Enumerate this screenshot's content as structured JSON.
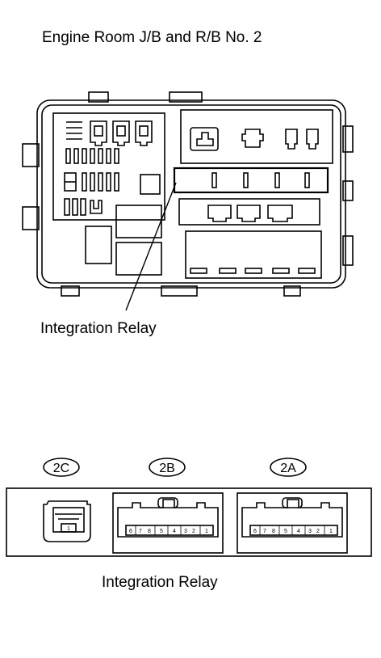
{
  "diagram": {
    "title": "Engine Room J/B and R/B No. 2",
    "relay_label_top": "Integration Relay",
    "relay_label_bottom": "Integration Relay",
    "connectors": [
      {
        "id": "2C",
        "pins": [
          "1"
        ]
      },
      {
        "id": "2B",
        "pins": [
          "6",
          "7",
          "8",
          "5",
          "4",
          "3",
          "2",
          "1"
        ]
      },
      {
        "id": "2A",
        "pins": [
          "6",
          "7",
          "8",
          "5",
          "4",
          "3",
          "2",
          "1"
        ]
      }
    ]
  }
}
